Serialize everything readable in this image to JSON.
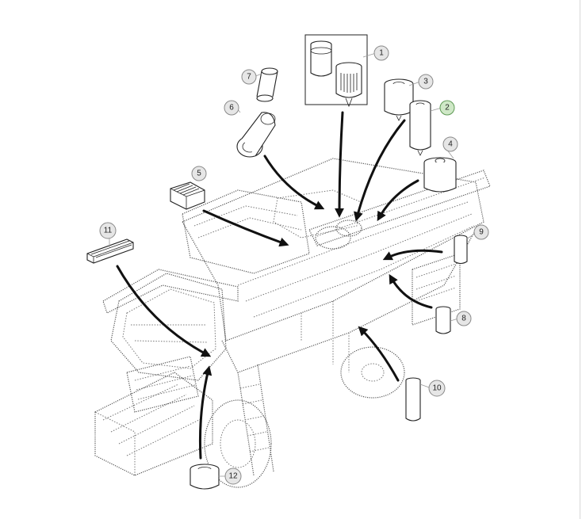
{
  "diagram": {
    "callouts": [
      {
        "label": "1",
        "active": false
      },
      {
        "label": "2",
        "active": true
      },
      {
        "label": "3",
        "active": false
      },
      {
        "label": "4",
        "active": false
      },
      {
        "label": "5",
        "active": false
      },
      {
        "label": "6",
        "active": false
      },
      {
        "label": "7",
        "active": false
      },
      {
        "label": "8",
        "active": false
      },
      {
        "label": "9",
        "active": false
      },
      {
        "label": "10",
        "active": false
      },
      {
        "label": "11",
        "active": false
      },
      {
        "label": "12",
        "active": false
      }
    ],
    "colors": {
      "callout_fill": "#e6e6e6",
      "callout_active_fill": "#cfe8c7",
      "line": "#111111"
    }
  }
}
